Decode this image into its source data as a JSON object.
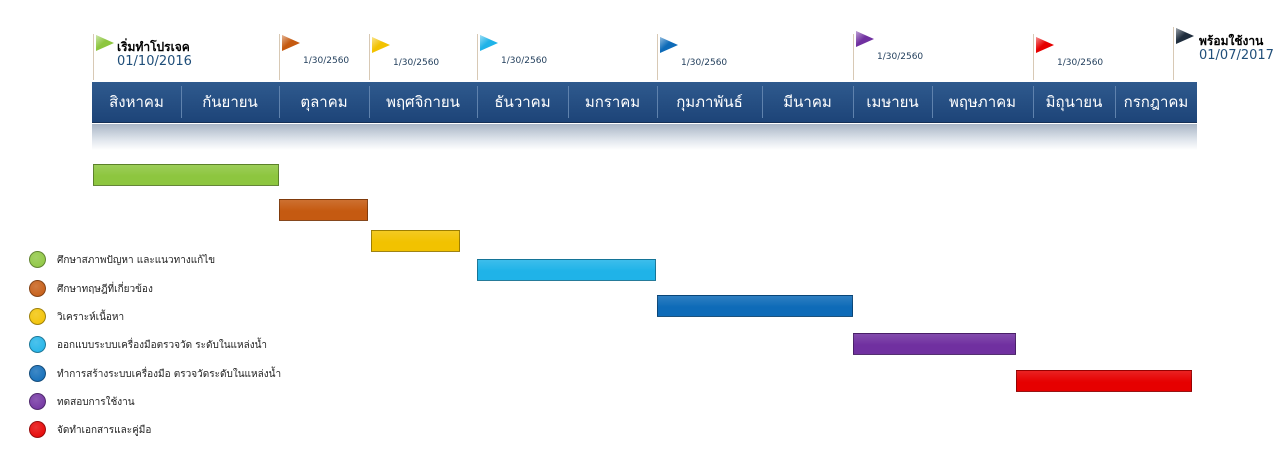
{
  "milestones": {
    "start": {
      "title": "เริ่มทำโปรเจค",
      "date": "01/10/2016",
      "color": "#8dc63f"
    },
    "end": {
      "title": "พร้อมใช้งาน",
      "date": "01/07/2017",
      "color": "#1f2d3d"
    },
    "intermediate": [
      {
        "date": "1/30/2560",
        "color": "#c55a11"
      },
      {
        "date": "1/30/2560",
        "color": "#f2c200"
      },
      {
        "date": "1/30/2560",
        "color": "#1fb3e8"
      },
      {
        "date": "1/30/2560",
        "color": "#0e6bb8"
      },
      {
        "date": "1/30/2560",
        "color": "#7030a0"
      },
      {
        "date": "1/30/2560",
        "color": "#e60000"
      }
    ]
  },
  "months": [
    "สิงหาคม",
    "กันยายน",
    "ตุลาคม",
    "พฤศจิกายน",
    "ธันวาคม",
    "มกราคม",
    "กุมภาพันธ์",
    "มีนาคม",
    "เมษายน",
    "พฤษภาคม",
    "มิถุนายน",
    "กรกฎาคม"
  ],
  "tasks": [
    {
      "label": "ศึกษาสภาพปัญหา และแนวทางแก้ไข",
      "color": "#8dc63f"
    },
    {
      "label": "ศึกษาทฤษฎีที่เกี่ยวข้อง",
      "color": "#c55a11"
    },
    {
      "label": "วิเคราะห์เนื้อหา",
      "color": "#f2c200"
    },
    {
      "label": "ออกแบบระบบเครื่องมือตรวจวัด ระดับในแหล่งน้ำ",
      "color": "#1fb3e8"
    },
    {
      "label": "ทำการสร้างระบบเครื่องมือ ตรวจวัดระดับในแหล่งน้ำ",
      "color": "#0e6bb8"
    },
    {
      "label": "ทดสอบการใช้งาน",
      "color": "#7030a0"
    },
    {
      "label": "จัดทำเอกสารและคู่มือ",
      "color": "#e60000"
    }
  ]
}
